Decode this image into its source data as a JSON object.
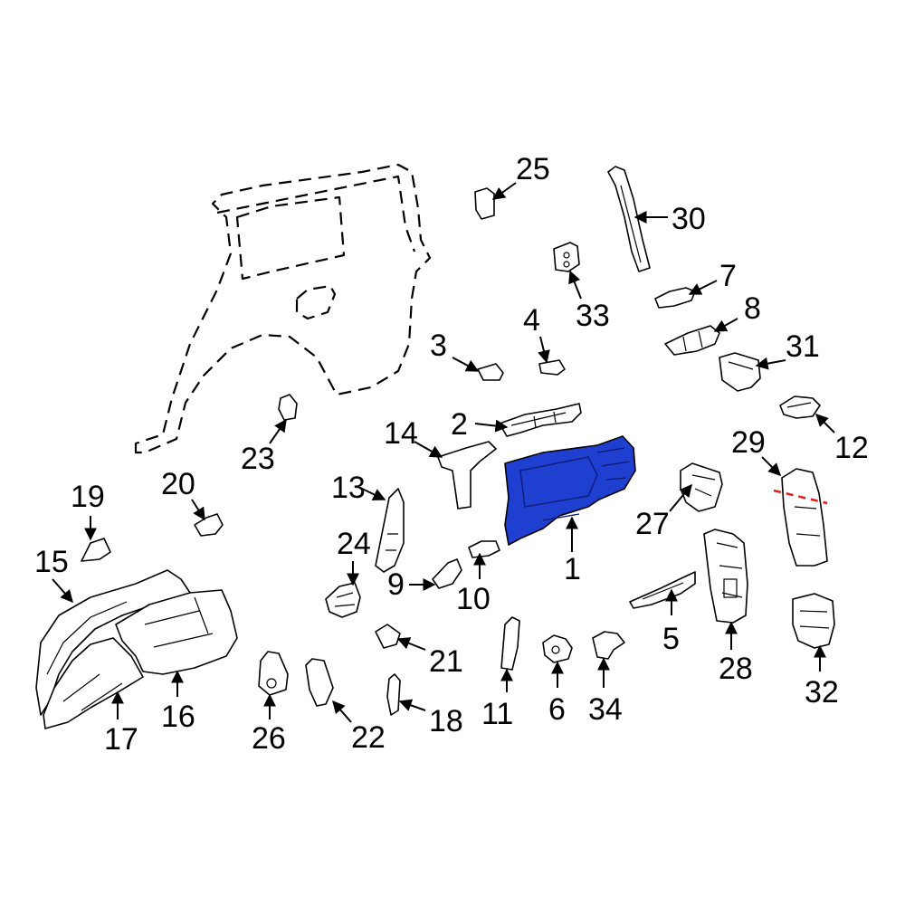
{
  "callouts": {
    "p1": "1",
    "p2": "2",
    "p3": "3",
    "p4": "4",
    "p5": "5",
    "p6": "6",
    "p7": "7",
    "p8": "8",
    "p9": "9",
    "p10": "10",
    "p11": "11",
    "p12": "12",
    "p13": "13",
    "p14": "14",
    "p15": "15",
    "p16": "16",
    "p17": "17",
    "p18": "18",
    "p19": "19",
    "p20": "20",
    "p21": "21",
    "p22": "22",
    "p23": "23",
    "p24": "24",
    "p25": "25",
    "p26": "26",
    "p27": "27",
    "p28": "28",
    "p29": "29",
    "p30": "30",
    "p31": "31",
    "p32": "32",
    "p33": "33",
    "p34": "34"
  },
  "colors": {
    "highlighted_part": "#1f3fd0",
    "cut_line": "#e0231c",
    "line": "#000000",
    "background": "#ffffff"
  },
  "highlighted_part": "1"
}
